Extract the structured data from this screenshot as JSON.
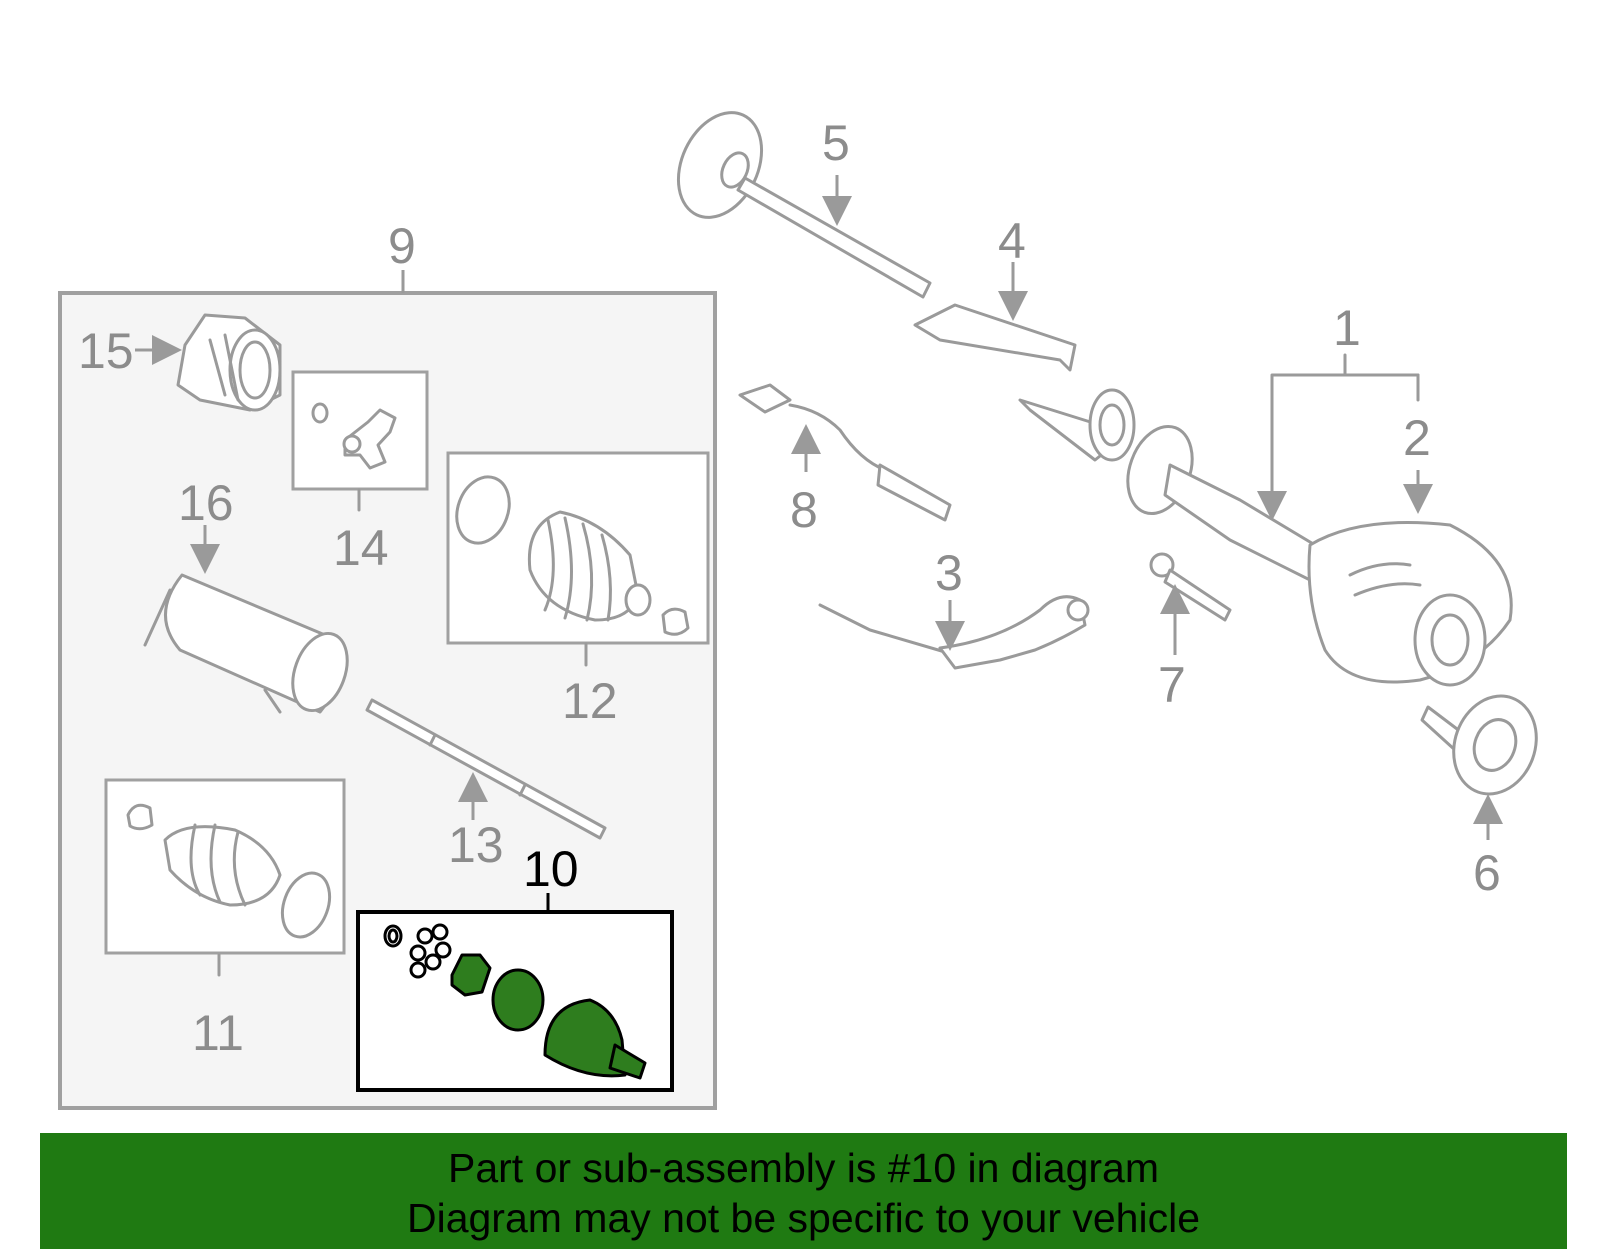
{
  "callouts": {
    "c1": "1",
    "c2": "2",
    "c3": "3",
    "c4": "4",
    "c5": "5",
    "c6": "6",
    "c7": "7",
    "c8": "8",
    "c9": "9",
    "c10": "10",
    "c11": "11",
    "c12": "12",
    "c13": "13",
    "c14": "14",
    "c15": "15",
    "c16": "16"
  },
  "highlighted_part": "10",
  "colors": {
    "banner_bg": "#1f7a12",
    "highlight_fill": "#2e7d1e",
    "line_gray": "#9a9a9a",
    "panel_bg": "#f5f5f5"
  },
  "banner": {
    "line1": "Part or sub-assembly is #10 in diagram",
    "line2": "Diagram may not be specific to your vehicle"
  }
}
